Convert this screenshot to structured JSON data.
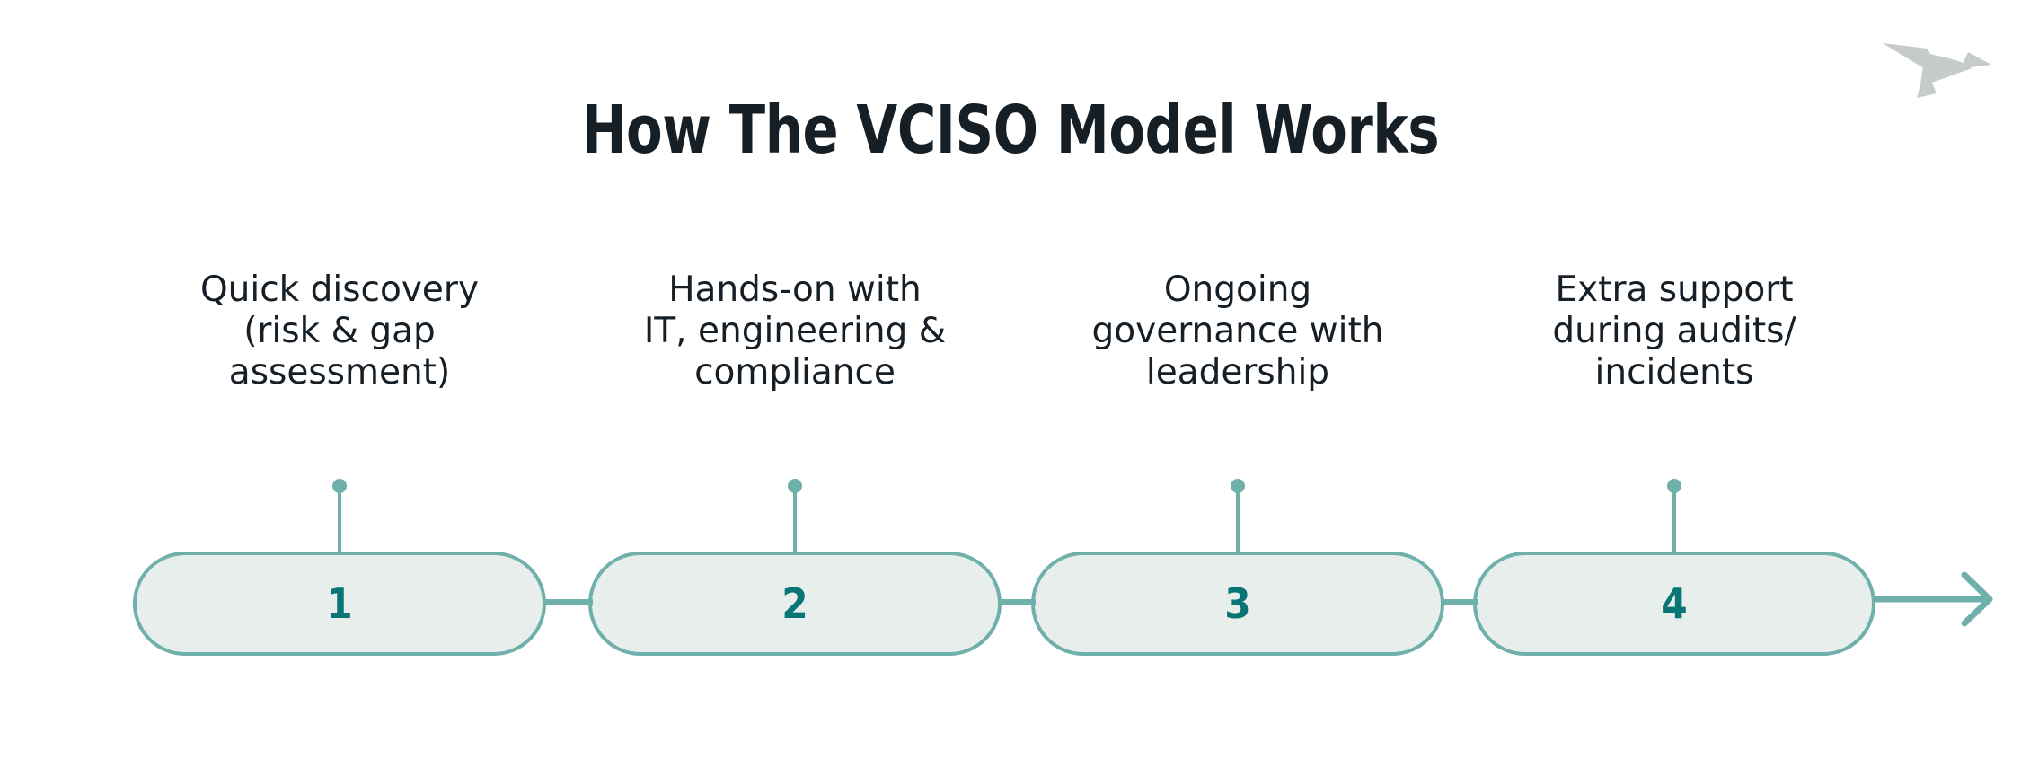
{
  "title": "How The VCISO Model Works",
  "logo": {
    "name": "origami-bird-logo",
    "color": "#c5cbcb"
  },
  "theme": {
    "title_color": "#161e26",
    "label_color": "#161e26",
    "pill_fill": "#e7eeec",
    "pill_border": "#6fb0aa",
    "number_color": "#0a7575",
    "connector_color": "#6fb0aa",
    "background": "#ffffff"
  },
  "flow": {
    "end_arrow": "arrow-right-icon",
    "steps": [
      {
        "number": "1",
        "label": "Quick discovery\n(risk & gap\nassessment)"
      },
      {
        "number": "2",
        "label": "Hands-on with\nIT, engineering &\ncompliance"
      },
      {
        "number": "3",
        "label": "Ongoing\ngovernance with\nleadership"
      },
      {
        "number": "4",
        "label": "Extra support\nduring audits/\nincidents"
      }
    ]
  }
}
